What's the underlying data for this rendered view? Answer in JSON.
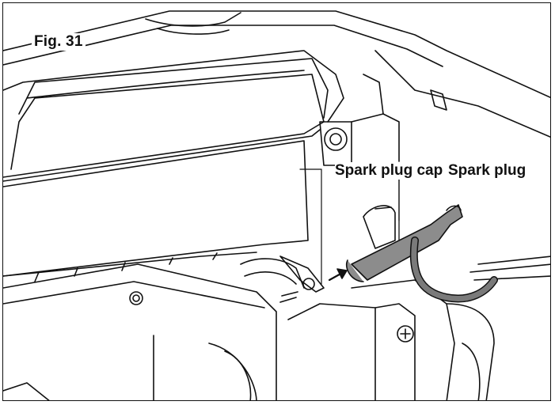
{
  "figure": {
    "label": "Fig. 31"
  },
  "callouts": {
    "spark_plug_cap": "Spark plug cap",
    "spark_plug": "Spark plug"
  },
  "colors": {
    "line": "#111111",
    "cap_fill": "#8c8c8c",
    "wire_fill": "#7a7a7a",
    "background": "#ffffff"
  }
}
